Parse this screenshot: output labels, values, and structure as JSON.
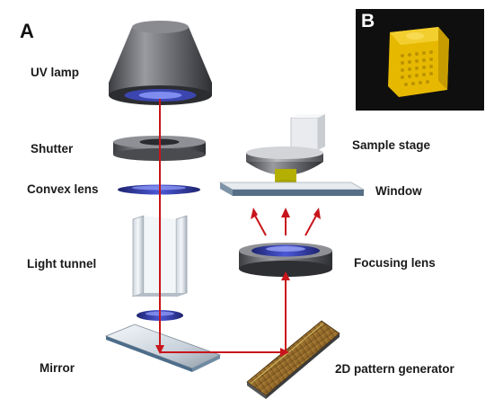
{
  "panels": {
    "a": "A",
    "b": "B"
  },
  "labels": {
    "uv_lamp": "UV lamp",
    "shutter": "Shutter",
    "convex_lens": "Convex lens",
    "light_tunnel": "Light tunnel",
    "mirror": "Mirror",
    "sample_stage": "Sample stage",
    "window": "Window",
    "focusing_lens": "Focusing lens",
    "pattern_generator": "2D pattern generator"
  },
  "colors": {
    "beam": "#c8151b",
    "metal": "#6d6e72",
    "lens": "#2f3aa8",
    "printed_part": "#e6b800"
  }
}
